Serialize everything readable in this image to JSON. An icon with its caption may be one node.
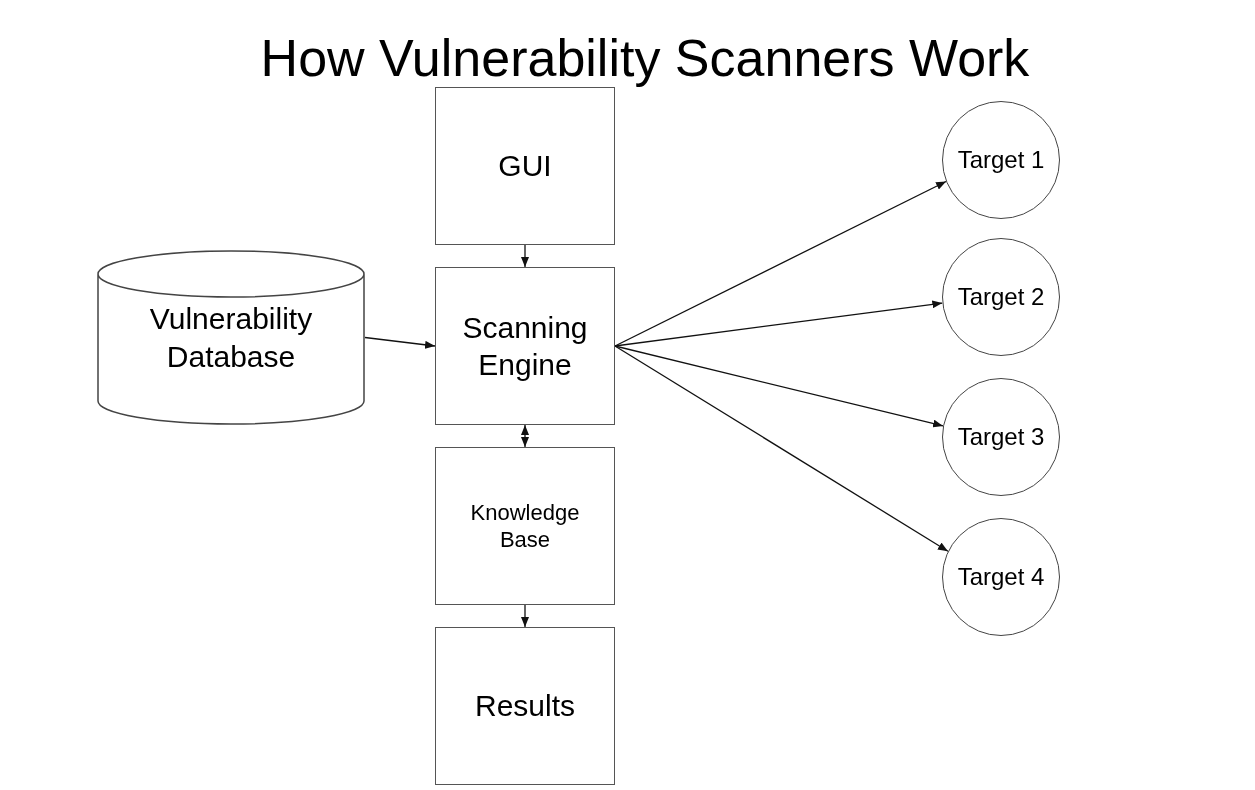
{
  "diagram": {
    "title": "How Vulnerability Scanners Work",
    "nodes": [
      {
        "text": [
          "GUI"
        ]
      },
      {
        "text": [
          "Vulnerability Database"
        ]
      },
      {
        "text": [
          "Scanning Engine"
        ]
      },
      {
        "text": [
          "Knowledge Base"
        ]
      },
      {
        "text": [
          "Results"
        ]
      },
      {
        "text": [
          "Target 1"
        ]
      },
      {
        "text": [
          "Target 2"
        ]
      },
      {
        "text": [
          "Target 3"
        ]
      },
      {
        "text": [
          "Target 4"
        ]
      }
    ],
    "edges": [
      {
        "from": 0,
        "to": 2,
        "arrow": "to"
      },
      {
        "from": 1,
        "to": 2,
        "arrow": "to"
      },
      {
        "from": 2,
        "to": 3,
        "arrow": "both"
      },
      {
        "from": 3,
        "to": 4,
        "arrow": "to"
      },
      {
        "from": 2,
        "to": 5,
        "arrow": "to"
      },
      {
        "from": 2,
        "to": 6,
        "arrow": "to"
      },
      {
        "from": 2,
        "to": 7,
        "arrow": "to"
      },
      {
        "from": 2,
        "to": 8,
        "arrow": "to"
      }
    ]
  }
}
